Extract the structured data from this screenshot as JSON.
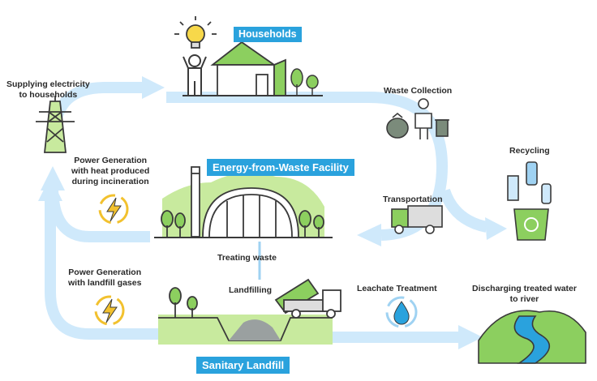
{
  "tags": {
    "households": "Households",
    "efw": "Energy-from-Waste Facility",
    "landfill": "Sanitary Landfill"
  },
  "labels": {
    "supplying_1": "Supplying electricity",
    "supplying_2": "to households",
    "waste_collection": "Waste Collection",
    "recycling": "Recycling",
    "transportation": "Transportation",
    "power_gen_heat_1": "Power Generation",
    "power_gen_heat_2": "with heat produced",
    "power_gen_heat_3": "during incineration",
    "treating_waste": "Treating waste",
    "power_gen_landfill_1": "Power Generation",
    "power_gen_landfill_2": "with landfill gases",
    "landfilling": "Landfilling",
    "leachate": "Leachate Treatment",
    "discharging_1": "Discharging treated water",
    "discharging_2": "to river"
  },
  "colors": {
    "flow": "#cfe9fb",
    "green": "#8ccf5f",
    "light_green": "#c8ea9e",
    "tag_blue": "#2aa2dd",
    "energy_yellow": "#f2c12e",
    "outline": "#3a3a3a"
  },
  "icons": [
    "light-bulb-icon",
    "person-icon",
    "house-icon",
    "tree-icon",
    "power-tower-icon",
    "garbage-bag-icon",
    "worker-icon",
    "bin-icon",
    "bottles-icon",
    "recycle-bin-icon",
    "truck-icon",
    "chimney-icon",
    "lightning-icon",
    "droplet-icon",
    "dump-truck-icon",
    "river-icon"
  ]
}
